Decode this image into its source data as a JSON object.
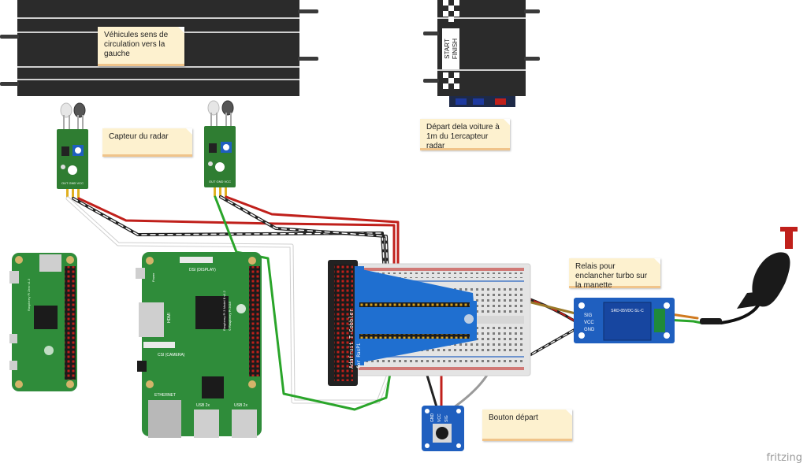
{
  "notes": {
    "direction": "Véhicules sens de circulation vers la gauche",
    "radar": "Capteur du radar",
    "start_line": "Départ dela voiture à 1m du 1ercapteur radar",
    "relay": "Relais pour enclancher turbo sur la manette",
    "button": "Bouton départ"
  },
  "track": {
    "start_finish_line1": "START",
    "start_finish_line2": "FINISH"
  },
  "sensor_pins": "OUT GND VCC",
  "pi_zero": {
    "label": "Raspberry Pi Zero v1.3"
  },
  "pi3": {
    "dsi": "DSI (DISPLAY)",
    "csi": "CSI (CAMERA)",
    "hdmi": "HDMI",
    "ethernet": "ETHERNET",
    "usb1": "USB 2x",
    "usb2": "USB 2x",
    "power": "Power",
    "model": "Raspberry Pi 3 Model B v1.2",
    "copyright": "© Raspberry Pi 2015"
  },
  "cobbler": {
    "brand": "Adafruit T-Cobbler",
    "sub": "for RasPi"
  },
  "relay_module": {
    "part": "SRD-05VDC-SL-C",
    "pins": [
      "SIG",
      "VCC",
      "GND"
    ]
  },
  "button_module": {
    "pins": [
      "SIG",
      "VCC",
      "GND"
    ]
  },
  "watermark": "fritzing",
  "colors": {
    "wire_red": "#c0201b",
    "wire_black": "#222222",
    "wire_green": "#2aa52a",
    "wire_gray": "#9a9a9a",
    "wire_white": "#e8e8e8",
    "wire_brown": "#9a7a2a",
    "pcb_green": "#2f7d32",
    "relay_blue": "#1f5fbf"
  }
}
